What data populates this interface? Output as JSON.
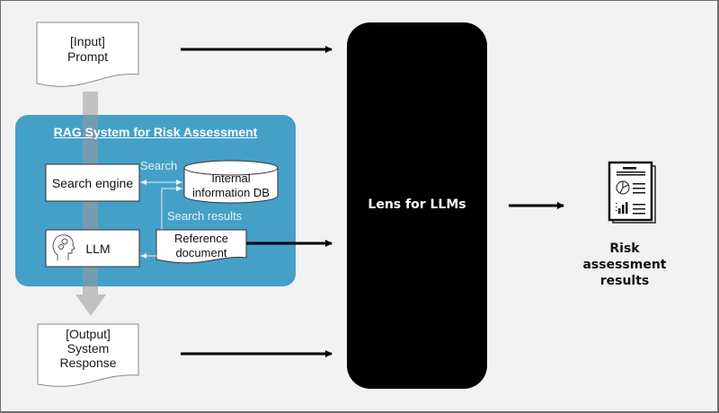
{
  "input_doc": {
    "line1": "[Input]",
    "line2": "Prompt"
  },
  "output_doc": {
    "line1": "[Output]",
    "line2": "System",
    "line3": "Response"
  },
  "rag_system": {
    "title": "RAG System  for Risk Assessment",
    "search_engine_label": "Search engine",
    "database_line1": "Internal",
    "database_line2": "information  DB",
    "search_label": "Search",
    "search_results_label": "Search results",
    "llm_label": "LLM",
    "reference_doc_line1": "Reference",
    "reference_doc_line2": "document"
  },
  "lens": {
    "label": "Lens for LLMs"
  },
  "results": {
    "line1": "Risk",
    "line2": "assessment",
    "line3": "results",
    "icon": "report-document-icon"
  },
  "colors": {
    "background": "#f2f2f2",
    "rag_panel": "#45a0c8",
    "lens": "#000000",
    "flow_arrow": "#bfbfbf"
  }
}
